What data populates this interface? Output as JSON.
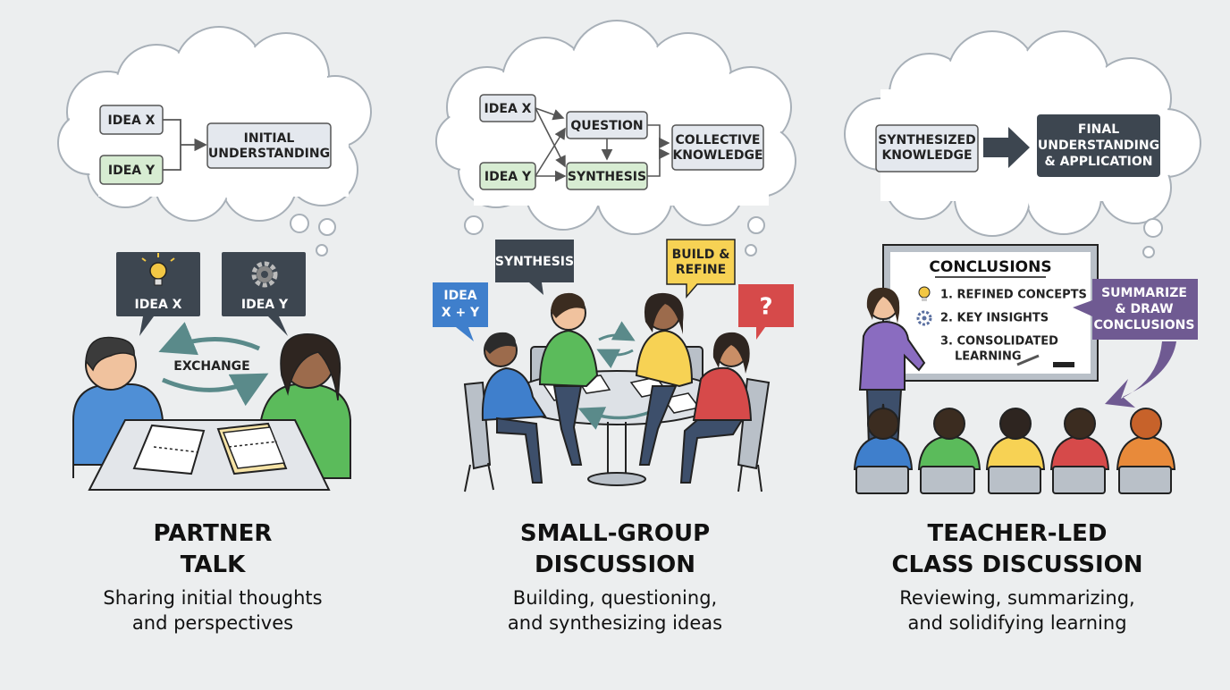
{
  "panels": [
    {
      "title_line1": "PARTNER",
      "title_line2": "TALK",
      "subtitle_line1": "Sharing initial thoughts",
      "subtitle_line2": "and perspectives",
      "thought": {
        "box_a": "IDEA X",
        "box_b": "IDEA Y",
        "result_line1": "INITIAL",
        "result_line2": "UNDERSTANDING"
      },
      "bubbles": {
        "left": "IDEA X",
        "right": "IDEA Y",
        "left_icon": "lightbulb-icon",
        "right_icon": "gear-icon"
      },
      "exchange_label": "EXCHANGE"
    },
    {
      "title_line1": "SMALL-GROUP",
      "title_line2": "DISCUSSION",
      "subtitle_line1": "Building, questioning,",
      "subtitle_line2": "and synthesizing ideas",
      "thought": {
        "box_a": "IDEA X",
        "box_b": "IDEA Y",
        "question": "QUESTION",
        "synthesis": "SYNTHESIS",
        "result_line1": "COLLECTIVE",
        "result_line2": "KNOWLEDGE"
      },
      "bubbles": {
        "synthesis": "SYNTHESIS",
        "idea_line1": "IDEA",
        "idea_line2": "X + Y",
        "build_line1": "BUILD &",
        "build_line2": "REFINE",
        "question_mark": "?"
      }
    },
    {
      "title_line1": "TEACHER-LED",
      "title_line2": "CLASS DISCUSSION",
      "subtitle_line1": "Reviewing, summarizing,",
      "subtitle_line2": "and solidifying learning",
      "thought": {
        "box_a_line1": "SYNTHESIZED",
        "box_a_line2": "KNOWLEDGE",
        "result_line1": "FINAL",
        "result_line2": "UNDERSTANDING",
        "result_line3": "& APPLICATION"
      },
      "board": {
        "heading": "CONCLUSIONS",
        "item1": "1. REFINED CONCEPTS",
        "item2": "2. KEY INSIGHTS",
        "item3_line1": "3. CONSOLIDATED",
        "item3_line2": "LEARNING"
      },
      "callout_line1": "SUMMARIZE",
      "callout_line2": "& DRAW",
      "callout_line3": "CONCLUSIONS"
    }
  ],
  "colors": {
    "dark_box": "#3d4650",
    "green_box": "#d7ecd2",
    "gray_box": "#e4e8ee",
    "purple": "#6f5a92",
    "yellow": "#f7d254",
    "red": "#d64a4a",
    "blue": "#3f7fcc"
  }
}
